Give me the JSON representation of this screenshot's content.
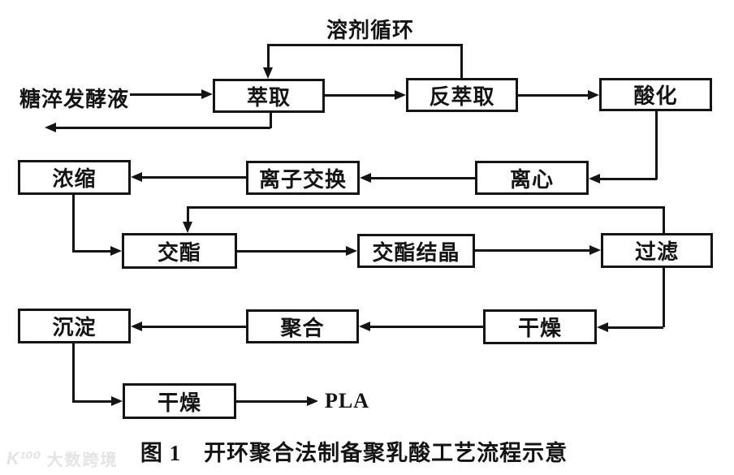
{
  "diagram": {
    "solvent_cycle_label": "溶剂循环",
    "feed_label": "糖淬发酵液",
    "product_label": "PLA",
    "nodes": {
      "extraction": "萃取",
      "back_extraction": "反萃取",
      "acidification": "酸化",
      "concentration": "浓缩",
      "ion_exchange": "离子交换",
      "centrifugation": "离心",
      "lactide": "交酯",
      "lactide_crystallization": "交酯结晶",
      "filtration": "过滤",
      "precipitation": "沉淀",
      "polymerization": "聚合",
      "drying_after_filtration": "干燥",
      "drying_final": "干燥"
    },
    "colors": {
      "ink": "#141414",
      "background": "#ffffff",
      "watermark": "#e4e4e4"
    }
  },
  "caption": "图 1　开环聚合法制备聚乳酸工艺流程示意",
  "watermark": {
    "logo": "K¹⁰⁰",
    "text": "大数跨境"
  }
}
